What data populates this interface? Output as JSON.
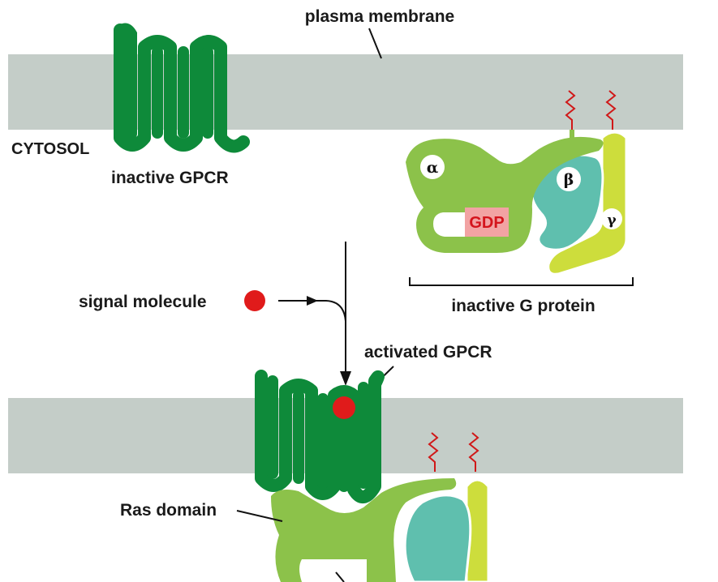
{
  "labels": {
    "plasma_membrane": "plasma membrane",
    "cytosol": "CYTOSOL",
    "inactive_gpcr": "inactive GPCR",
    "signal_molecule": "signal molecule",
    "inactive_g_protein": "inactive G protein",
    "activated_gpcr": "activated GPCR",
    "ras_domain": "Ras domain"
  },
  "subunits": {
    "alpha": "α",
    "beta": "β",
    "gamma": "γ",
    "nucleotide": "GDP"
  },
  "colors": {
    "membrane": "#c4cdc8",
    "gpcr": "#0e8a3a",
    "g_alpha": "#8cc24a",
    "g_beta": "#5fbfae",
    "g_gamma": "#cddd3c",
    "gdp_box": "#f2a3a3",
    "gdp_text": "#d4141c",
    "signal": "#e01b1b",
    "lipid_anchor": "#d01818"
  }
}
